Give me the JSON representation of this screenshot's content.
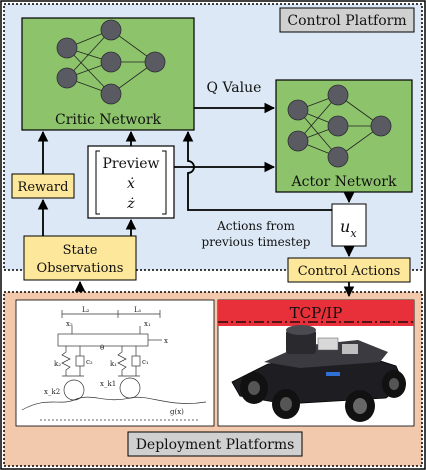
{
  "control_platform": {
    "title": "Control Platform",
    "critic_label": "Critic Network",
    "actor_label": "Actor Network",
    "q_value_label": "Q Value",
    "preview_title": "Preview",
    "preview_x": "ẋ",
    "preview_z": "ż",
    "reward_label": "Reward",
    "state_label_line1": "State",
    "state_label_line2": "Observations",
    "actions_note_line1": "Actions from",
    "actions_note_line2": "previous timestep",
    "ux_base": "u",
    "ux_sub": "x",
    "control_actions_label": "Control Actions"
  },
  "deployment": {
    "title": "Deployment Platforms",
    "tcpip_label": "TCP/IP",
    "model_labels": {
      "x1": "x₁",
      "x2": "x₂",
      "L1": "L₁",
      "L2": "L₂",
      "x": "x",
      "theta": "θ",
      "k2": "k₂",
      "c2": "c₂",
      "k1": "k₁",
      "c1": "c₁",
      "xk2": "x_k2",
      "xk1": "x_k1",
      "gx": "g(x)"
    }
  },
  "colors": {
    "control_bg": "#dce8f5",
    "network_fill": "#8dc36b",
    "node_fill": "#5a5a62",
    "yellow_box": "#fde79a",
    "deploy_bg": "#f3c9ad",
    "tcp_red": "#e8303a",
    "grey_label": "#d0d0d0"
  }
}
